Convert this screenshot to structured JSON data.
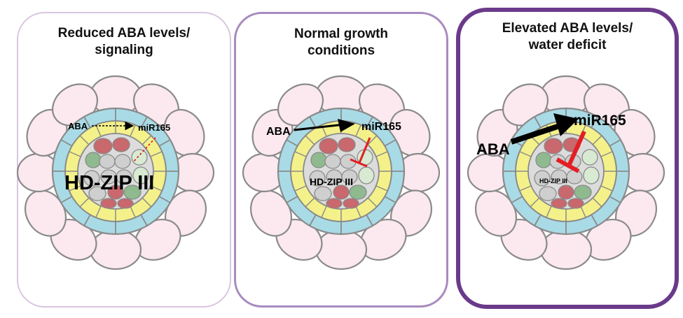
{
  "panels": [
    {
      "title": "Reduced ABA levels/\nsignaling",
      "aba": "ABA",
      "mir": "miR165",
      "hdzip": "HD-ZIP III"
    },
    {
      "title": "Normal growth\nconditions",
      "aba": "ABA",
      "mir": "miR165",
      "hdzip": "HD-ZIP III"
    },
    {
      "title": "Elevated ABA levels/\nwater deficit",
      "aba": "ABA",
      "mir": "miR165",
      "hdzip": "HD-ZIP III"
    }
  ],
  "colors": {
    "epidermis": "#fbe9ef",
    "cortex": "#a9dbe6",
    "endodermis": "#f4f18a",
    "phloem": "#c9686d",
    "xylem_green": "#8fba8f",
    "pale_green": "#d8ead2",
    "center_gray": "#cfcfcf",
    "outline": "#8a8a8a",
    "inhibit_red": "#e31e24",
    "border_light": "#d8c6e0",
    "border_mid": "#a98ac0",
    "border_dark": "#6a3a8a"
  }
}
